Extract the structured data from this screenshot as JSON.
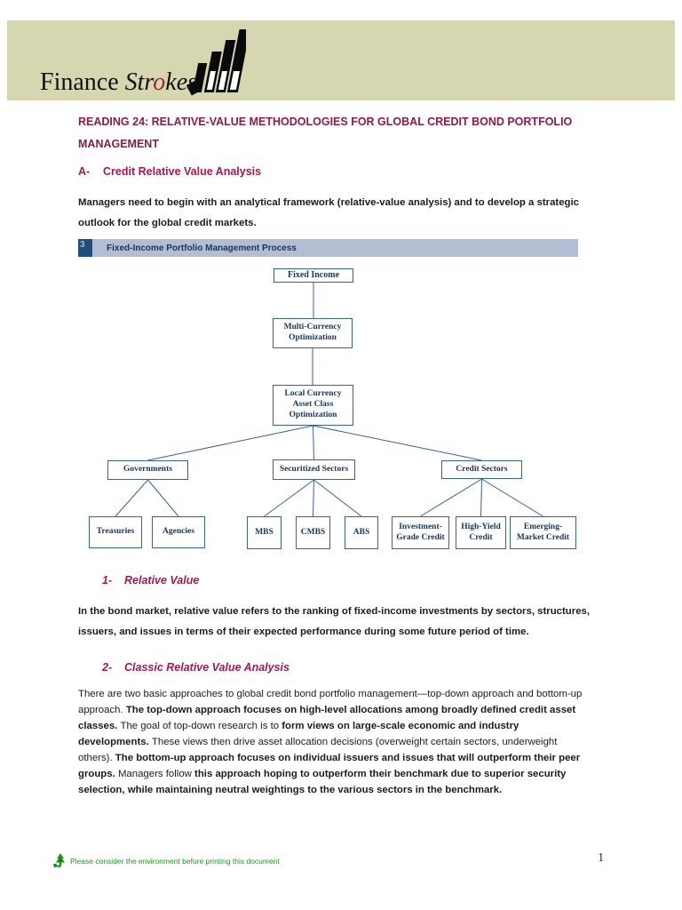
{
  "colors": {
    "band_beige": "#D6D6B1",
    "title_maroon": "#8E1B47",
    "heading_crimson": "#A8174E",
    "figure_band_blue": "#B3BDD3",
    "figure_square_navy": "#1F4E79",
    "diagram_navy": "#17365D",
    "diagram_border_blue": "#35639B",
    "eco_green": "#12A212",
    "logo_red": "#9E2B25",
    "body_ink": "#1C1C1C"
  },
  "logo": {
    "word1": "Finance ",
    "word2_pre": "Str",
    "word2_red": "o",
    "word2_post": "kes",
    "icon": "rising-bar-strokes-icon"
  },
  "doc": {
    "title": "READING 24: RELATIVE-VALUE METHODOLOGIES FOR GLOBAL CREDIT BOND PORTFOLIO MANAGEMENT",
    "section_a": {
      "label": "A-",
      "title": "Credit Relative Value Analysis"
    },
    "sub1": {
      "label": "1-",
      "title": "Relative Value"
    },
    "sub2": {
      "label": "2-",
      "title": "Classic Relative Value Analysis"
    },
    "para_intro": [
      {
        "t": "Managers need to begin with an analytical framework (relative-value analysis) and to develop a strategic outlook for the global credit markets.",
        "b": true
      }
    ],
    "para_relative_value": [
      {
        "t": "In the bond market, relative value refers to the ranking of fixed-income investments by sectors, structures, issuers, and issues in terms of their expected performance during some future period of time.",
        "b": true
      }
    ],
    "para_classic": [
      {
        "t": "There are two basic approaches to global credit bond portfolio management—top-down approach and bottom-up approach. ",
        "b": false
      },
      {
        "t": "The top-down approach focuses on high-level allocations among broadly defined credit asset classes. ",
        "b": true
      },
      {
        "t": "The goal of top-down research is to ",
        "b": false
      },
      {
        "t": "form views on large-scale economic and industry developments. ",
        "b": true
      },
      {
        "t": "These views then drive asset allocation decisions (overweight certain sectors, underweight others). ",
        "b": false
      },
      {
        "t": "The bottom-up approach focuses on individual issuers and issues that will outperform their peer groups. ",
        "b": true
      },
      {
        "t": "Managers follow ",
        "b": false
      },
      {
        "t": "this approach hoping to outperform their benchmark due to superior security selection, while maintaining neutral weightings to the various sectors in the benchmark.",
        "b": true
      }
    ]
  },
  "figure": {
    "number": "3",
    "caption": "Fixed-Income Portfolio Management Process",
    "nodes": {
      "fixed_income": "Fixed Income",
      "multi_currency": "Multi-Currency Optimization",
      "local_currency": "Local Currency Asset Class Optimization",
      "governments": "Governments",
      "securitized": "Securitized Sectors",
      "credit": "Credit Sectors",
      "treasuries": "Treasuries",
      "agencies": "Agencies",
      "mbs": "MBS",
      "cmbs": "CMBS",
      "abs": "ABS",
      "investment_grade": "Investment-Grade Credit",
      "high_yield": "High-Yield Credit",
      "emerging_market": "Emerging-Market Credit"
    }
  },
  "footer": {
    "eco_note": "Please consider the environment before printing this document",
    "page_number": "1"
  }
}
